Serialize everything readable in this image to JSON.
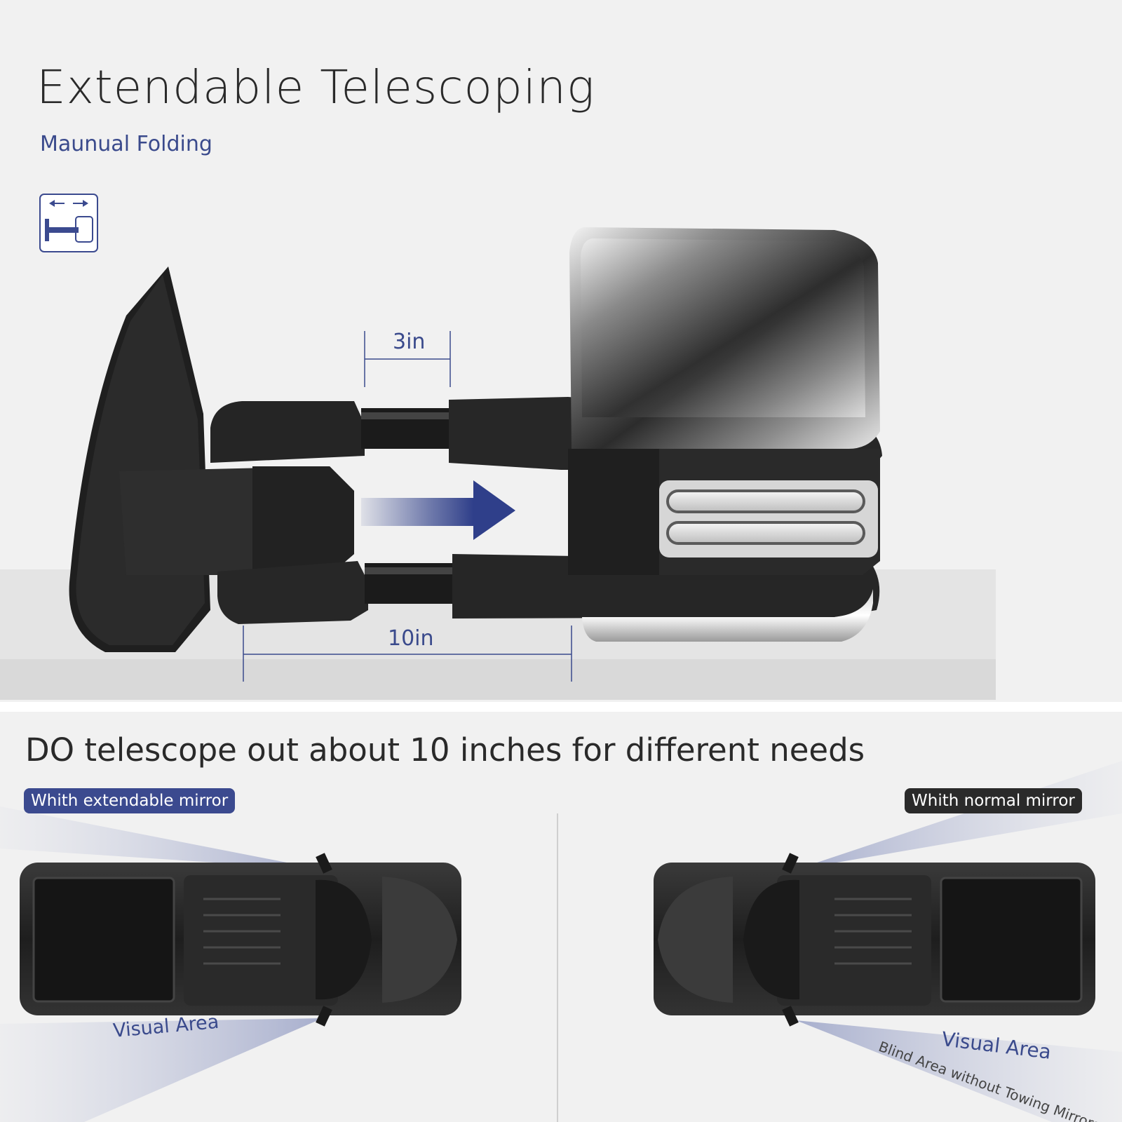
{
  "header": {
    "title": "Extendable Telescoping",
    "subtitle": "Maunual Folding",
    "fold_icon": "telescoping-arrows-icon"
  },
  "product": {
    "dimension_short": "3in",
    "dimension_long": "10in",
    "arrow_icon": "right-arrow-icon"
  },
  "comparison": {
    "headline": "DO telescope out about 10 inches for different needs",
    "left": {
      "badge": "Whith extendable mirror",
      "visual_label": "Visual Area"
    },
    "right": {
      "badge": "Whith normal mirror",
      "visual_label": "Visual Area",
      "blind_label": "Blind Area without Towing Mirrors"
    }
  },
  "colors": {
    "accent": "#3b4a8f",
    "dark": "#2a2a2a",
    "background": "#f1f1f1"
  }
}
